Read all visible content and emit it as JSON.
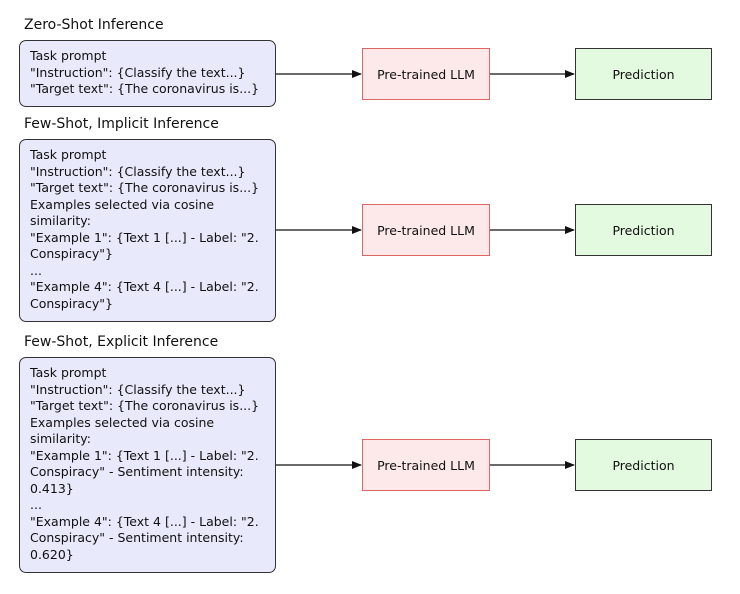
{
  "sections": [
    {
      "title": "Zero-Shot Inference",
      "prompt_lines": [
        "Task prompt",
        "\"Instruction\": {Classify the text...}",
        "\"Target text\": {The coronavirus is...}"
      ],
      "model_label": "Pre-trained LLM",
      "output_label": "Prediction"
    },
    {
      "title": "Few-Shot, Implicit Inference",
      "prompt_lines": [
        "Task prompt",
        "\"Instruction\": {Classify the text...}",
        "\"Target text\": {The coronavirus is...}",
        "Examples selected via cosine",
        "similarity:",
        "\"Example 1\":  {Text 1 [...]  - Label:  \"2.",
        "Conspiracy\"}",
        "...",
        "\"Example 4\": {Text 4 [...]  - Label:  \"2.",
        "Conspiracy\"}"
      ],
      "model_label": "Pre-trained LLM",
      "output_label": "Prediction"
    },
    {
      "title": "Few-Shot, Explicit Inference",
      "prompt_lines": [
        "Task prompt",
        "\"Instruction\": {Classify the text...}",
        "\"Target text\": {The coronavirus is...}",
        "Examples selected via cosine",
        "similarity:",
        "\"Example 1\":  {Text 1 [...]  - Label:  \"2.",
        "Conspiracy\" - Sentiment intensity:",
        "0.413}",
        "...",
        "\"Example 4\": {Text 4 [...]  - Label:  \"2.",
        "Conspiracy\" - Sentiment intensity:",
        "0.620}"
      ],
      "model_label": "Pre-trained LLM",
      "output_label": "Prediction"
    }
  ]
}
